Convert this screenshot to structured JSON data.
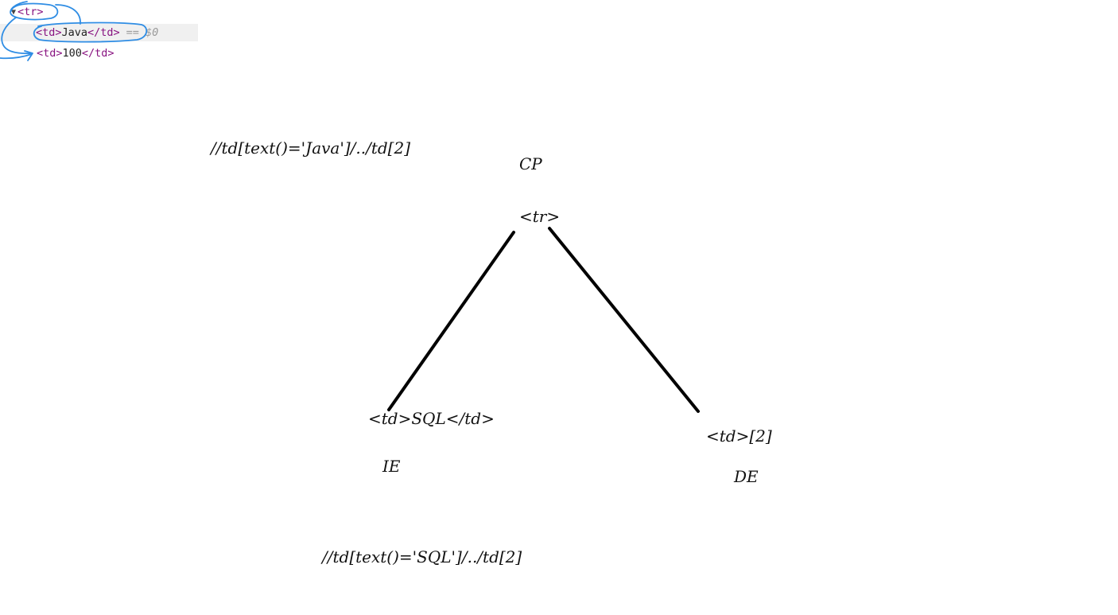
{
  "inspector": {
    "rows": [
      {
        "open": "<tr>"
      },
      {
        "open": "<td>",
        "text": "Java",
        "close": "</td>",
        "hint": "== $0"
      },
      {
        "open": "<td>",
        "text": "100",
        "close": "</td>"
      }
    ]
  },
  "diagram": {
    "xpath_top": "//td[text()='Java']/../td[2]",
    "root_role": "CP",
    "root_tag": "<tr>",
    "left_node": "<td>SQL</td>",
    "left_role": "IE",
    "right_node": "<td>[2]",
    "right_role": "DE",
    "xpath_bottom": "//td[text()='SQL']/../td[2]"
  },
  "colors": {
    "tag": "#881280",
    "selection": "#f0f0f0",
    "ink_blue": "#2f8de4",
    "stroke": "#000000"
  }
}
